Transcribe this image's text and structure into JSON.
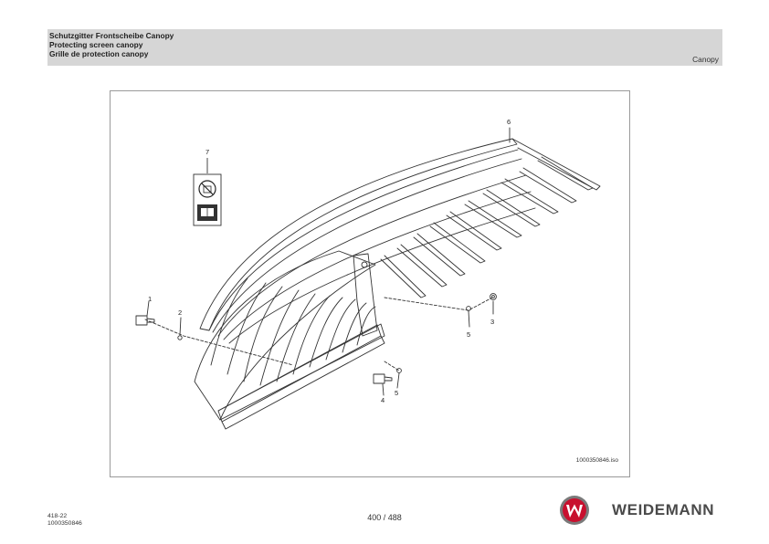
{
  "header": {
    "title_de": "Schutzgitter Frontscheibe Canopy",
    "title_en": "Protecting screen canopy",
    "title_fr": "Grille de protection canopy",
    "section": "Canopy"
  },
  "figure": {
    "callouts": [
      {
        "label": "1"
      },
      {
        "label": "2"
      },
      {
        "label": "3"
      },
      {
        "label": "4"
      },
      {
        "label": "5"
      },
      {
        "label": "5"
      },
      {
        "label": "6"
      },
      {
        "label": "7"
      }
    ],
    "image_id": "1000350846.iso",
    "decal_icon": "no-entry-book-icon"
  },
  "footer": {
    "doc_code": "418-22",
    "doc_number": "1000350846",
    "page": "400 / 488",
    "brand": "WEIDEMANN",
    "logo_icon": "weidemann-w-logo",
    "logo_color": "#c8102e"
  }
}
